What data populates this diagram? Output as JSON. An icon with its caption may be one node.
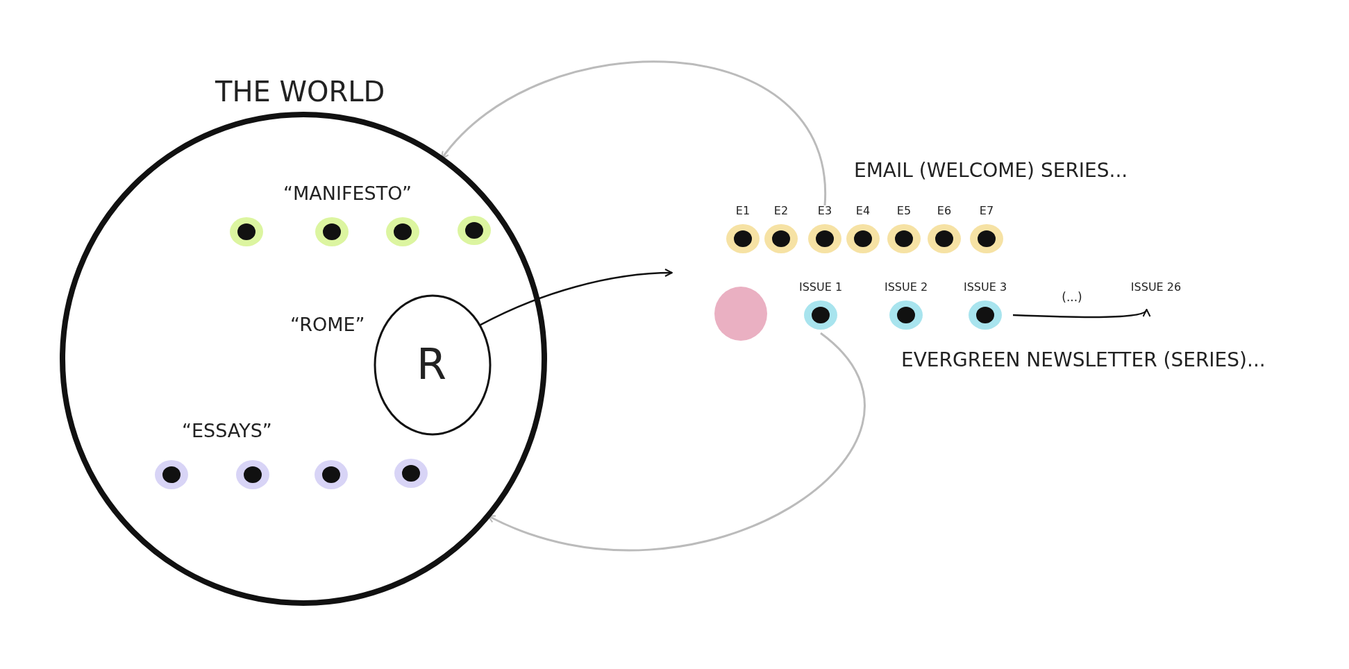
{
  "diagram": {
    "nodes": [
      {
        "text": [
          "THE WORLD"
        ]
      },
      {
        "text": [],
        "shape": "circle",
        "in": 0
      },
      {
        "text": [],
        "shape": "circle",
        "in": 0
      },
      {
        "text": [],
        "shape": "circle",
        "in": 0
      },
      {
        "text": [],
        "shape": "circle",
        "in": 0
      },
      {
        "text": [
          "R"
        ],
        "beside": [
          "“ROME”"
        ],
        "in": 0
      },
      {
        "text": [],
        "shape": "circle",
        "in": 0
      },
      {
        "text": [],
        "shape": "circle",
        "in": 0
      },
      {
        "text": [],
        "shape": "circle",
        "in": 0
      },
      {
        "text": [],
        "shape": "circle",
        "in": 0
      },
      {
        "text": [
          "E1"
        ]
      },
      {
        "text": [
          "E2"
        ]
      },
      {
        "text": [
          "E3"
        ]
      },
      {
        "text": [
          "E4"
        ]
      },
      {
        "text": [
          "E5"
        ]
      },
      {
        "text": [
          "E6"
        ]
      },
      {
        "text": [
          "E7"
        ]
      },
      {
        "text": [],
        "shape": "circle"
      },
      {
        "text": [
          "ISSUE 1"
        ]
      },
      {
        "text": [
          "ISSUE 2"
        ]
      },
      {
        "text": [
          "ISSUE 3"
        ]
      },
      {
        "text": [
          "ISSUE 26"
        ]
      }
    ],
    "edges": [
      {
        "from": 5,
        "to": null,
        "arrow": "to"
      },
      {
        "from": 12,
        "to": 0,
        "arrow": "to",
        "color": "#bbbbbb"
      },
      {
        "from": 20,
        "to": 21,
        "arrow": "to",
        "label": "(...)"
      },
      {
        "from": 18,
        "to": 0,
        "arrow": "to",
        "color": "#bbbbbb"
      }
    ],
    "labels": [
      "“MANIFESTO”",
      "“ESSAYS”",
      "EMAIL (WELCOME) SERIES...",
      "EVERGREEN NEWSLETTER (SERIES)..."
    ]
  }
}
